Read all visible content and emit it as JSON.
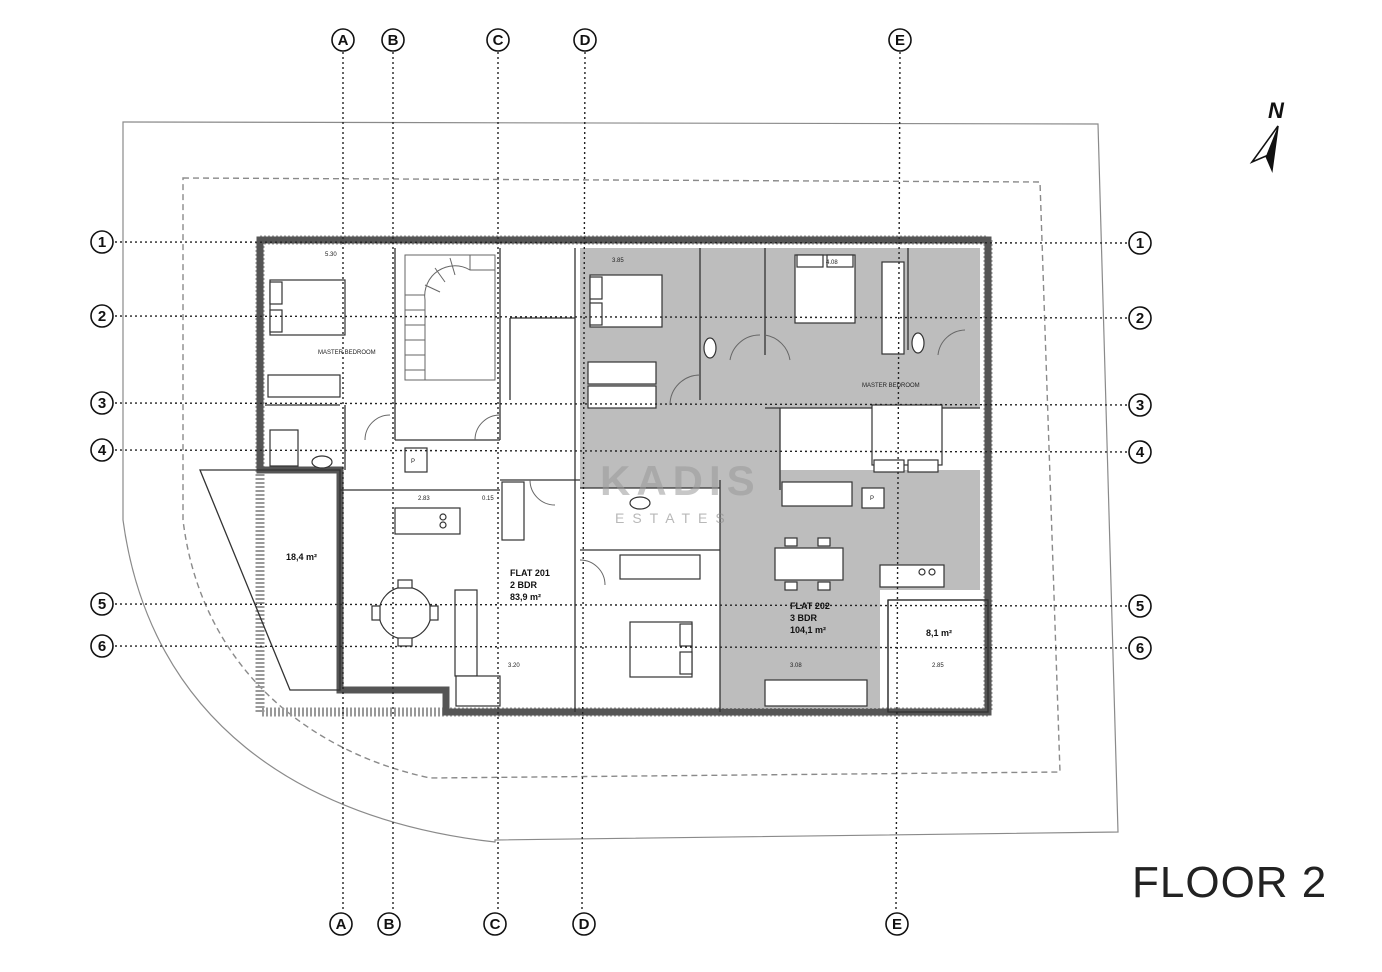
{
  "floor_label": "FLOOR 2",
  "north_label": "N",
  "watermark": {
    "name": "KADIS",
    "subtitle": "ESTATES"
  },
  "grid_columns": [
    "A",
    "B",
    "C",
    "D",
    "E"
  ],
  "grid_rows": [
    "1",
    "2",
    "3",
    "4",
    "5",
    "6"
  ],
  "flats": [
    {
      "name": "FLAT 201",
      "beds": "2 BDR",
      "area": "83,9 m²"
    },
    {
      "name": "FLAT 202",
      "beds": "3 BDR",
      "area": "104,1 m²"
    }
  ],
  "rooms": {
    "master_bedroom_left": "MASTER BEDROOM",
    "master_bedroom_right": "MASTER BEDROOM",
    "veranda_left_area": "18,4 m²",
    "veranda_right_area": "8,1 m²"
  },
  "dimensions": [
    "5.30",
    "2.83",
    "0.15",
    "3.85",
    "4.08",
    "3.20",
    "3.08",
    "2.85"
  ],
  "stamps": {
    "pantry": "P"
  }
}
